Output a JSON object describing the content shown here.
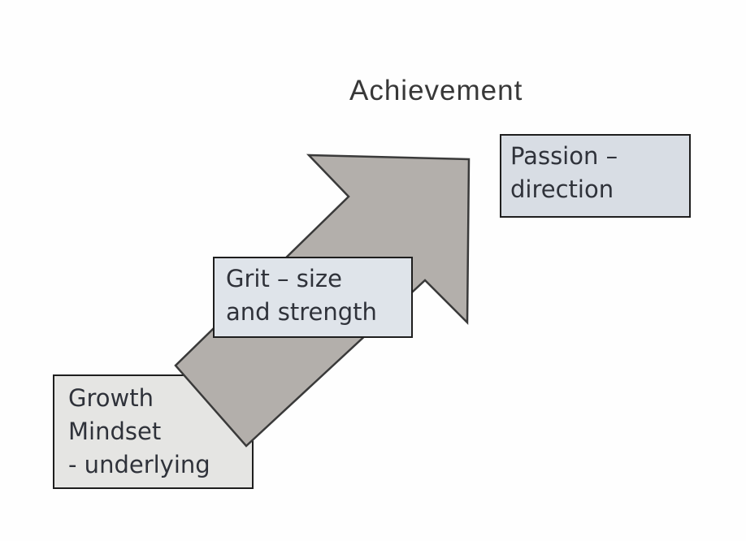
{
  "diagram": {
    "title": "Achievement",
    "arrow": {
      "direction": "up-right",
      "fill": "#b3afab",
      "stroke": "#3a3a3a"
    },
    "boxes": {
      "growth": {
        "fill": "#e5e5e3",
        "lines": [
          "Growth",
          "Mindset",
          "- underlying"
        ]
      },
      "grit": {
        "fill": "#dfe4ea",
        "lines": [
          "Grit – size",
          "and strength"
        ]
      },
      "passion": {
        "fill": "#d8dde4",
        "lines": [
          "Passion –",
          "direction"
        ]
      }
    }
  }
}
